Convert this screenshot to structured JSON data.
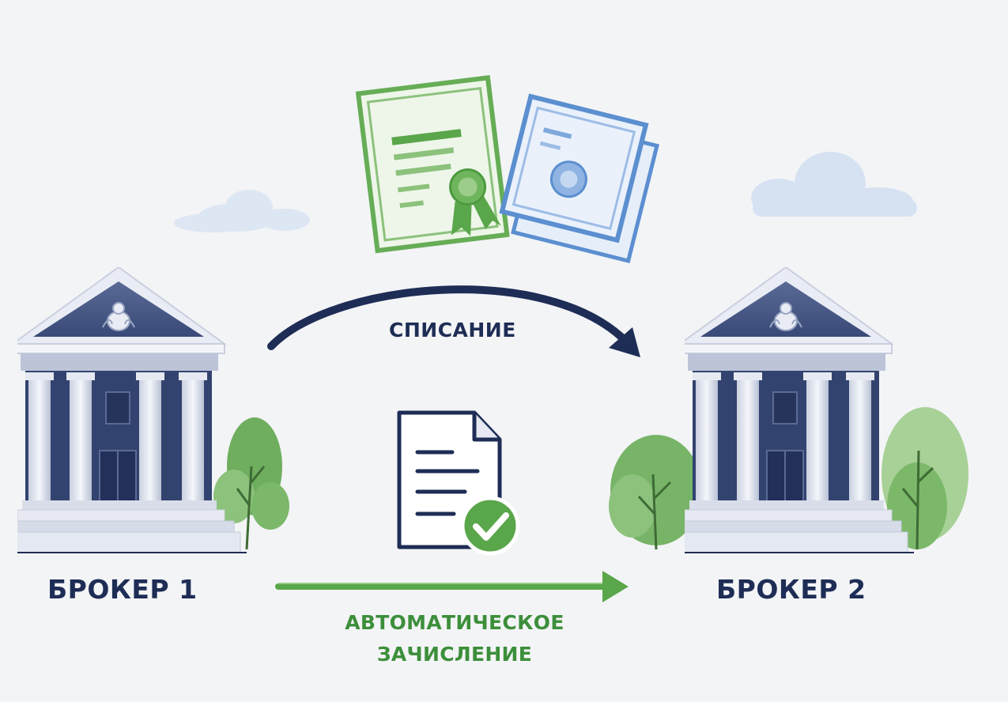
{
  "labels": {
    "broker_left": "БРОКЕР 1",
    "broker_right": "БРОКЕР 2",
    "writeoff": "СПИСАНИЕ",
    "credit_line1": "АВТОМАТИЧЕСКОЕ",
    "credit_line2": "ЗАЧИСЛЕНИЕ"
  },
  "colors": {
    "navy": "#1e2d55",
    "green": "#5aa64a",
    "green_text": "#3c8f3a",
    "blue_doc": "#5b8fd0",
    "background": "#f3f4f6"
  },
  "icons": [
    "bank-building-icon",
    "certificate-icon",
    "document-check-icon",
    "tree-icon",
    "cloud-icon"
  ]
}
